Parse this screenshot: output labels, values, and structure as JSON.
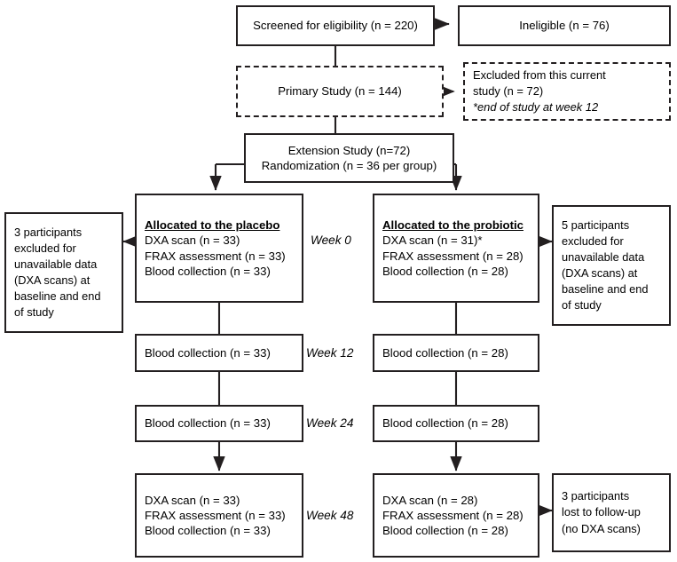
{
  "diagram": {
    "title": "CONSORT participant flow diagram",
    "theme": {
      "stroke": "#231f20",
      "background": "#ffffff",
      "text": "#000000"
    },
    "boxes": {
      "screened": {
        "line1": "Screened for eligibility (n = 220)"
      },
      "ineligible": {
        "line1": "Ineligible (n = 76)"
      },
      "primary_study": {
        "line1": "Primary Study (n = 144)"
      },
      "excluded_current": {
        "line1": "Excluded from this current",
        "line2": "study (n = 72)",
        "line3": "*end of study at week 12"
      },
      "extension": {
        "line1": "Extension Study (n=72)",
        "line2": "Randomization (n = 36 per group)"
      },
      "placebo_w0": {
        "heading": "Allocated to the placebo",
        "line1": "DXA scan (n = 33)",
        "line2": "FRAX assessment (n = 33)",
        "line3": "Blood collection (n = 33)"
      },
      "probiotic_w0": {
        "heading": "Allocated to the probiotic",
        "line1": "DXA scan (n = 31)*",
        "line2": "FRAX assessment (n = 28)",
        "line3": "Blood collection (n = 28)"
      },
      "excluded_left": {
        "line1": "3 participants",
        "line2": "excluded for",
        "line3": "unavailable data",
        "line4": "(DXA scans) at",
        "line5": "baseline and end",
        "line6": "of study"
      },
      "excluded_right": {
        "line1": "5 participants",
        "line2": "excluded for",
        "line3": "unavailable data",
        "line4": "(DXA scans) at",
        "line5": "baseline and end",
        "line6": "of study"
      },
      "placebo_w12": {
        "line1": "Blood collection (n = 33)"
      },
      "probiotic_w12": {
        "line1": "Blood collection (n = 28)"
      },
      "placebo_w24": {
        "line1": "Blood collection (n = 33)"
      },
      "probiotic_w24": {
        "line1": "Blood collection (n = 28)"
      },
      "placebo_w48": {
        "line1": "DXA scan (n = 33)",
        "line2": "FRAX assessment (n = 33)",
        "line3": "Blood collection (n = 33)"
      },
      "probiotic_w48": {
        "line1": "DXA scan (n = 28)",
        "line2": "FRAX assessment (n = 28)",
        "line3": "Blood collection (n = 28)"
      },
      "lost_followup": {
        "line1": "3 participants",
        "line2": "lost to follow-up",
        "line3": "(no DXA scans)"
      }
    },
    "timepoints": {
      "week0": "Week 0",
      "week12": "Week 12",
      "week24": "Week 24",
      "week48": "Week 48"
    }
  }
}
